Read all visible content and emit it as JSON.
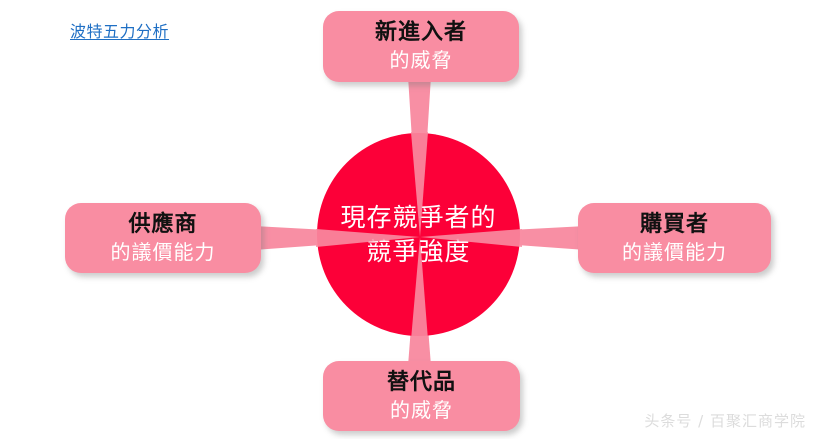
{
  "document": {
    "title_link": "波特五力分析",
    "watermark": "头条号 / 百聚汇商学院"
  },
  "colors": {
    "box_pink": "#F98DA2",
    "center_red": "#FC0038",
    "arrow_pink": "#F88FA4",
    "title_blue": "#1F6FC4",
    "box_title_text": "#111111",
    "box_sub_text": "#FFFFFF",
    "watermark_gray": "#DCDCDC"
  },
  "center": {
    "line1": "現存競爭者的",
    "line2": "競爭強度"
  },
  "forces": {
    "top": {
      "title": "新進入者",
      "subtitle": "的威脅"
    },
    "left": {
      "title": "供應商",
      "subtitle": "的議價能力"
    },
    "right": {
      "title": "購買者",
      "subtitle": "的議價能力"
    },
    "bottom": {
      "title": "替代品",
      "subtitle": "的威脅"
    }
  },
  "arrows": [
    {
      "name": "arrow-top-to-center",
      "from": "top",
      "to": "center"
    },
    {
      "name": "arrow-left-to-center",
      "from": "left",
      "to": "center"
    },
    {
      "name": "arrow-right-to-center",
      "from": "right",
      "to": "center"
    },
    {
      "name": "arrow-bottom-to-center",
      "from": "bottom",
      "to": "center"
    }
  ]
}
